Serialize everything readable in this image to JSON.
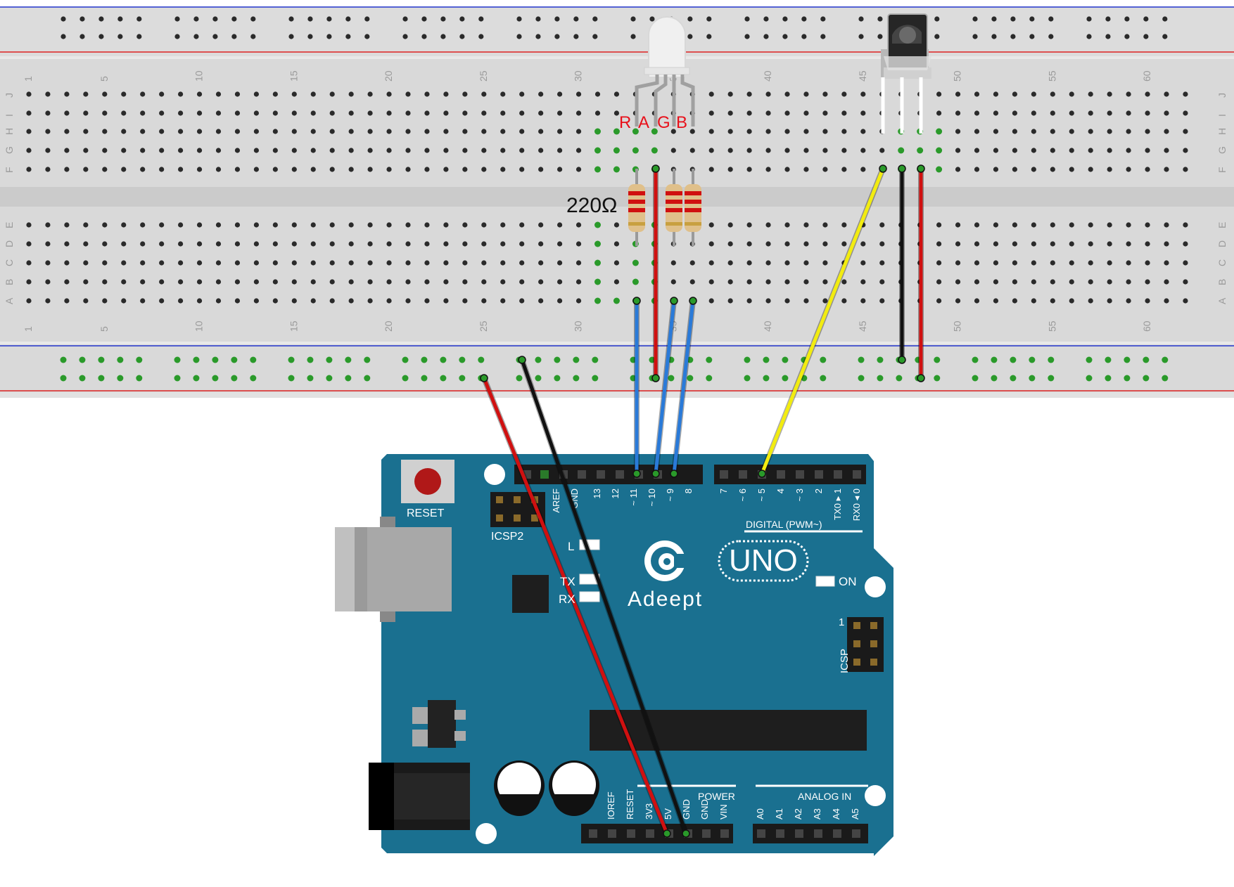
{
  "breadboard": {
    "top_columns": [
      "1",
      "5",
      "10",
      "15",
      "20",
      "25",
      "30",
      "35",
      "40",
      "45",
      "50",
      "55",
      "60"
    ],
    "bottom_columns": [
      "1",
      "5",
      "10",
      "15",
      "20",
      "25",
      "30",
      "35",
      "40",
      "45",
      "50",
      "55",
      "60"
    ],
    "top_rows": [
      "J",
      "I",
      "H",
      "G",
      "F"
    ],
    "bottom_rows": [
      "E",
      "D",
      "C",
      "B",
      "A"
    ]
  },
  "rgb_led": {
    "pin_labels": [
      "R",
      "A",
      "G",
      "B"
    ],
    "label_color": "#e8101a"
  },
  "resistor": {
    "value_label": "220Ω"
  },
  "arduino": {
    "reset_label": "RESET",
    "icsp2_label": "ICSP2",
    "icsp_label": "ICSP",
    "icsp_pin1_label": "1",
    "brand": "Adeept",
    "model": "UNO",
    "on_label": "ON",
    "l_label": "L",
    "tx_label": "TX",
    "rx_label": "RX",
    "digital_label": "DIGITAL (PWM~)",
    "power_label": "POWER",
    "analog_label": "ANALOG IN",
    "digital_pins": [
      "AREF",
      "GND",
      "13",
      "12",
      "~ 11",
      "~ 10",
      "~ 9",
      "8",
      "7",
      "~ 6",
      "~ 5",
      "4",
      "~ 3",
      "2",
      "TX0 ▸ 1",
      "RX0 ◂ 0"
    ],
    "power_pins": [
      "IOREF",
      "RESET",
      "3V3",
      "5V",
      "GND",
      "GND",
      "VIN"
    ],
    "analog_pins": [
      "A0",
      "A1",
      "A2",
      "A3",
      "A4",
      "A5"
    ],
    "board_color": "#1a7090"
  },
  "wire_colors": {
    "red": "#d01010",
    "black": "#111111",
    "blue": "#2a7ad8",
    "yellow": "#f2ec10"
  }
}
